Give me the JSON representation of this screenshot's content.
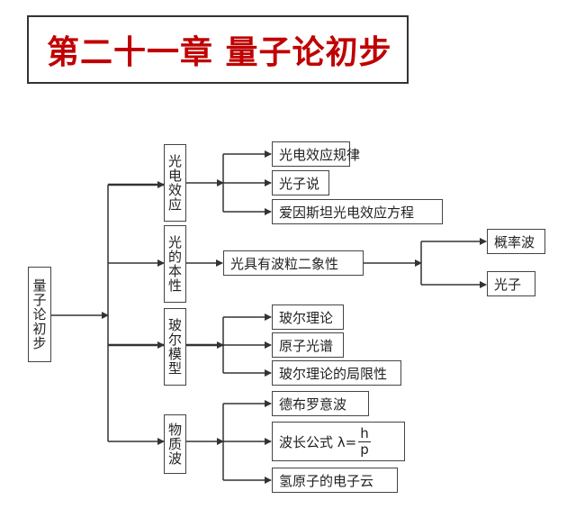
{
  "title": "第二十一章 量子论初步",
  "root": "量子论初步",
  "branches": [
    {
      "label": "光电效应",
      "items": [
        "光电效应规律",
        "光子说",
        "爱因斯坦光电效应方程"
      ]
    },
    {
      "label": "光的本性",
      "items": [
        "光具有波粒二象性"
      ],
      "sub_items": [
        "概率波",
        "光子"
      ]
    },
    {
      "label": "玻尔模型",
      "items": [
        "玻尔理论",
        "原子光谱",
        "玻尔理论的局限性"
      ]
    },
    {
      "label": "物质波",
      "items": [
        "德布罗意波",
        "波长公式 λ=",
        "氢原子的电子云"
      ]
    }
  ],
  "formula": {
    "numerator": "h",
    "denominator": "p"
  },
  "colors": {
    "title": "#c00000",
    "line": "#333333"
  }
}
